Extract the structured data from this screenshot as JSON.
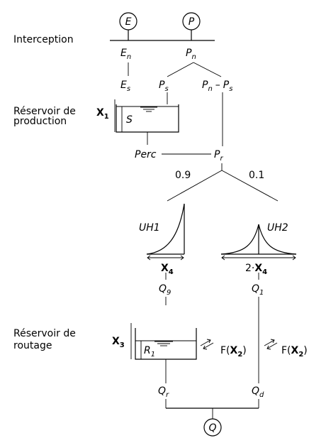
{
  "sections": {
    "interception": "Interception",
    "production_line1": "Réservoir de",
    "production_line2": "production",
    "routing_line1": "Réservoir de",
    "routing_line2": "routage"
  },
  "nodes": {
    "E": "E",
    "P": "P",
    "Q": "Q"
  },
  "variables": {
    "En": {
      "main": "E",
      "sub": "n"
    },
    "Pn": {
      "main": "P",
      "sub": "n"
    },
    "Es": {
      "main": "E",
      "sub": "s"
    },
    "Ps": {
      "main": "P",
      "sub": "s"
    },
    "PnMinusPs": {
      "a_main": "P",
      "a_sub": "n",
      "op": "–",
      "b_main": "P",
      "b_sub": "s"
    },
    "S": "S",
    "Perc": "Perc",
    "Pr": {
      "main": "P",
      "sub": "r"
    },
    "Q9": {
      "main": "Q",
      "sub": "9"
    },
    "Q1": {
      "main": "Q",
      "sub": "1"
    },
    "R1": {
      "main": "R",
      "sub": "1"
    },
    "Qr": {
      "main": "Q",
      "sub": "r"
    },
    "Qd": {
      "main": "Q",
      "sub": "d"
    }
  },
  "split": {
    "left": "0.9",
    "right": "0.1"
  },
  "unit_hydrographs": {
    "uh1_label": "UH1",
    "uh2_label": "UH2",
    "uh1_base": {
      "main": "X",
      "sub": "4"
    },
    "uh2_base": {
      "prefix": "2·",
      "main": "X",
      "sub": "4"
    }
  },
  "parameters": {
    "x1": {
      "main": "X",
      "sub": "1"
    },
    "x3": {
      "main": "X",
      "sub": "3"
    },
    "f_left": {
      "prefix": "F(",
      "main": "X",
      "sub": "2",
      "suffix": ")"
    },
    "f_right": {
      "prefix": "F(",
      "main": "X",
      "sub": "2",
      "suffix": ")"
    }
  }
}
